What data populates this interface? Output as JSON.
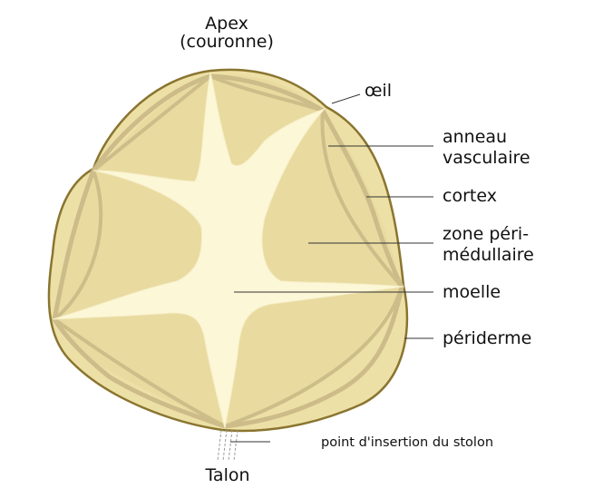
{
  "labels": {
    "apex_line1": "Apex",
    "apex_line2": "(couronne)",
    "oeil": "œil",
    "anneau_line1": "anneau",
    "anneau_line2": "vasculaire",
    "cortex": "cortex",
    "zone_line1": "zone péri-",
    "zone_line2": "médullaire",
    "moelle": "moelle",
    "periderme": "périderme",
    "stolon": "point d'insertion du stolon",
    "talon": "Talon"
  },
  "colors": {
    "periderm": "#8a7530",
    "cortex": "#ede0a6",
    "vascular_ring": "#c9b886",
    "perimedullary": "#e6d69a",
    "pith": "#fcf7d6"
  }
}
